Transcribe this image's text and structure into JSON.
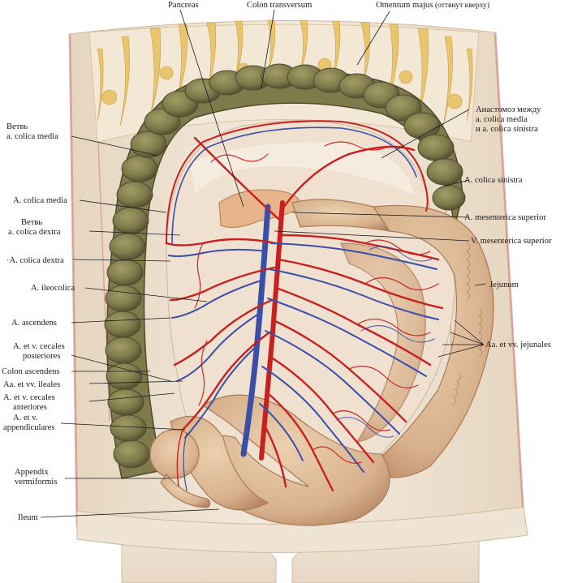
{
  "labels": {
    "pancreas": "Pancreas",
    "colon_transversum": "Colon transversum",
    "omentum_majus": "Omentum majus",
    "omentum_note": "(оттянут кверху)",
    "anastomoz_1": "Анастомоз между",
    "anastomoz_2": "a. colica media",
    "anastomoz_3": "и a. colica sinistra",
    "vetv_media_1": "Ветвь",
    "vetv_media_2": "a. colica media",
    "colica_sinistra": "A. colica sinistra",
    "colica_media": "A. colica media",
    "vetv_dextra_1": "Ветвь",
    "vetv_dextra_2": "a. colica dextra",
    "mesenterica_sup_a": "A. mesenterica superior",
    "mesenterica_sup_v": "V. mesenterica superior",
    "colica_dextra": "·A. colica dextra",
    "jejunum": "Jejunum",
    "ileocolica": "A. ileocolica",
    "ascendens": "A. ascendens",
    "jejunales": "Aa. et vv. jejunales",
    "cecales_post_1": "A. et v. cecales",
    "cecales_post_2": "posteriores",
    "colon_ascendens": "Colon ascendens",
    "ileales": "Aa. et vv. ileales",
    "cecales_ant_1": "A. et v. cecales",
    "cecales_ant_2": "anteriores",
    "append_1": "A. et v.",
    "append_2": "appendiculares",
    "appendix_1": "Appendix",
    "appendix_2": "vermiformis",
    "ileum": "Ileum"
  },
  "colors": {
    "background": "#ffffff",
    "abdominal_wall": "#efe3d2",
    "colon": "#7f7a4c",
    "colon_dark": "#4f4a2c",
    "omentum_fat": "#e8c46a",
    "mesentery": "#efe0cf",
    "small_intestine": "#d8b28e",
    "small_intestine_dark": "#b98866",
    "artery": "#c8201f",
    "vein": "#3b4ea8",
    "label_text": "#1a1a1a"
  }
}
